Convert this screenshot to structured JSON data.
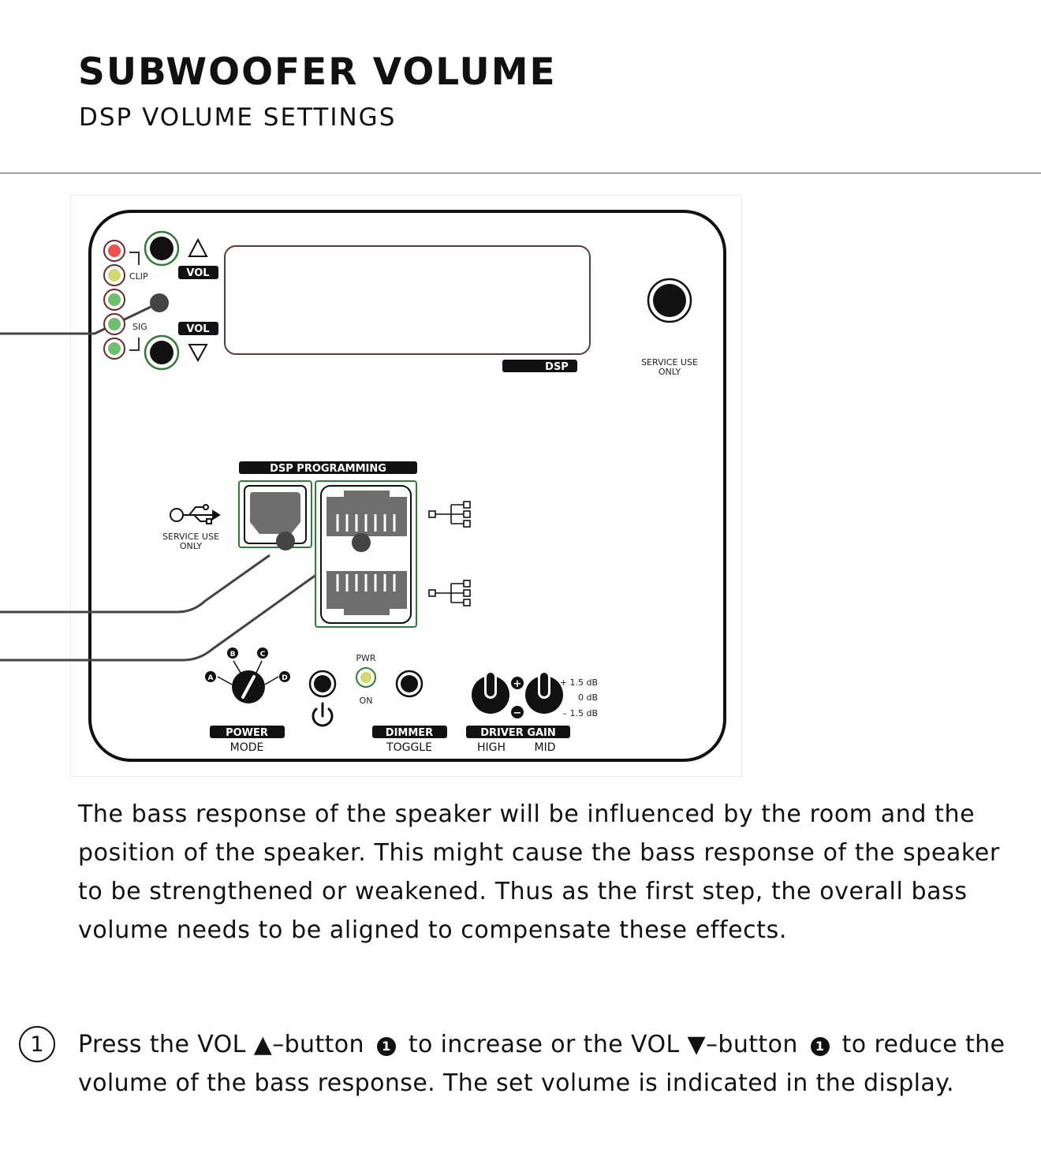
{
  "header": {
    "title": "SUBWOOFER VOLUME",
    "subtitle": "DSP VOLUME SETTINGS"
  },
  "panel": {
    "leds": {
      "clip": "CLIP",
      "sig": "SIG"
    },
    "vol_up_label": "VOL",
    "vol_down_label": "VOL",
    "display_label": "DSP",
    "service_label_1": "SERVICE USE",
    "service_label_2": "ONLY",
    "dsp_programming": "DSP PROGRAMMING",
    "usb_label_1": "SERVICE USE",
    "usb_label_2": "ONLY",
    "mode_positions": [
      "A",
      "B",
      "C",
      "D"
    ],
    "power_label": "POWER",
    "mode_label": "MODE",
    "pwr_label": "PWR",
    "on_label": "ON",
    "dimmer_label": "DIMMER",
    "toggle_label": "TOGGLE",
    "driver_gain_label": "DRIVER GAIN",
    "high_label": "HIGH",
    "mid_label": "MID",
    "gain_plus": "+",
    "gain_minus": "−",
    "gain_levels": [
      "+ 1.5 dB",
      "0 dB",
      "– 1.5 dB"
    ],
    "colors": {
      "led_red": "#f05050",
      "led_yellow": "#d4d870",
      "led_green": "#6fbf6f",
      "ring_green": "#2e7d32",
      "display_border": "#5a3a3a"
    }
  },
  "body": {
    "intro": "The bass response of the speaker will be influenced by the room and the position of the speaker. This might cause the bass response of the speaker to be strengthened or weakened. Thus as the first step, the overall bass volume needs to be aligned to compensate these effects.",
    "step_number": "1",
    "step_part1": "Press the VOL ▲–button",
    "step_ref1": "1",
    "step_part2": " to increase or the VOL ▼–button",
    "step_ref2": "1",
    "step_part3": " to reduce the volume of the bass response. The set volume is indicated in the display."
  }
}
